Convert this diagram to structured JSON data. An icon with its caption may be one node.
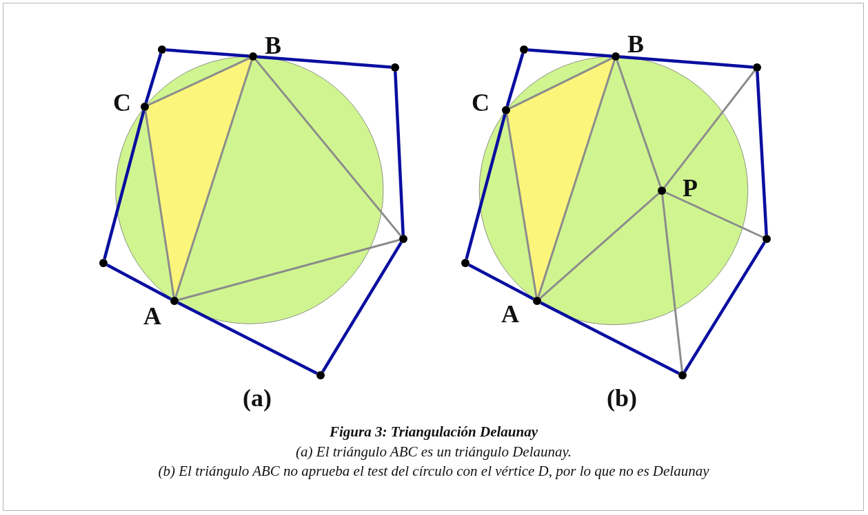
{
  "diagram": {
    "caption": "Figura 3: Triangulación Delaunay",
    "nodes": [
      {
        "text": [],
        "shape": "circle"
      },
      {
        "text": [],
        "shape": "circle",
        "beside": [
          "B"
        ]
      },
      {
        "text": [],
        "shape": "circle"
      },
      {
        "text": [],
        "shape": "circle"
      },
      {
        "text": [],
        "shape": "circle"
      },
      {
        "text": [],
        "shape": "circle",
        "beside": [
          "A"
        ]
      },
      {
        "text": [],
        "shape": "circle"
      },
      {
        "text": [],
        "shape": "circle",
        "beside": [
          "C"
        ]
      },
      {
        "text": [],
        "shape": "circle"
      },
      {
        "text": [],
        "shape": "circle",
        "beside": [
          "B"
        ]
      },
      {
        "text": [],
        "shape": "circle"
      },
      {
        "text": [],
        "shape": "circle"
      },
      {
        "text": [],
        "shape": "circle"
      },
      {
        "text": [],
        "shape": "circle",
        "beside": [
          "A"
        ]
      },
      {
        "text": [],
        "shape": "circle"
      },
      {
        "text": [],
        "shape": "circle",
        "beside": [
          "C"
        ]
      },
      {
        "text": [],
        "shape": "circle",
        "beside": [
          "P"
        ]
      }
    ],
    "edges": [
      {
        "from": 0,
        "to": 1,
        "arrow": "none"
      },
      {
        "from": 1,
        "to": 2,
        "arrow": "none"
      },
      {
        "from": 2,
        "to": 3,
        "arrow": "none"
      },
      {
        "from": 3,
        "to": 4,
        "arrow": "none"
      },
      {
        "from": 4,
        "to": 5,
        "arrow": "none"
      },
      {
        "from": 5,
        "to": 6,
        "arrow": "none"
      },
      {
        "from": 6,
        "to": 7,
        "arrow": "none"
      },
      {
        "from": 7,
        "to": 0,
        "arrow": "none"
      },
      {
        "from": 7,
        "to": 1,
        "arrow": "none",
        "color": "#8c8c8c"
      },
      {
        "from": 7,
        "to": 5,
        "arrow": "none",
        "color": "#8c8c8c"
      },
      {
        "from": 5,
        "to": 1,
        "arrow": "none",
        "color": "#8c8c8c"
      },
      {
        "from": 1,
        "to": 3,
        "arrow": "none",
        "color": "#8c8c8c"
      },
      {
        "from": 5,
        "to": 3,
        "arrow": "none",
        "color": "#8c8c8c"
      },
      {
        "from": 8,
        "to": 9,
        "arrow": "none"
      },
      {
        "from": 9,
        "to": 10,
        "arrow": "none"
      },
      {
        "from": 10,
        "to": 11,
        "arrow": "none"
      },
      {
        "from": 11,
        "to": 12,
        "arrow": "none"
      },
      {
        "from": 12,
        "to": 13,
        "arrow": "none"
      },
      {
        "from": 13,
        "to": 14,
        "arrow": "none"
      },
      {
        "from": 14,
        "to": 15,
        "arrow": "none"
      },
      {
        "from": 15,
        "to": 8,
        "arrow": "none"
      },
      {
        "from": 15,
        "to": 9,
        "arrow": "none",
        "color": "#8c8c8c"
      },
      {
        "from": 15,
        "to": 13,
        "arrow": "none",
        "color": "#8c8c8c"
      },
      {
        "from": 13,
        "to": 9,
        "arrow": "none",
        "color": "#8c8c8c"
      },
      {
        "from": 9,
        "to": 16,
        "arrow": "none",
        "color": "#8c8c8c"
      },
      {
        "from": 13,
        "to": 16,
        "arrow": "none",
        "color": "#8c8c8c"
      },
      {
        "from": 16,
        "to": 10,
        "arrow": "none",
        "color": "#8c8c8c"
      },
      {
        "from": 16,
        "to": 11,
        "arrow": "none",
        "color": "#8c8c8c"
      },
      {
        "from": 16,
        "to": 12,
        "arrow": "none",
        "color": "#8c8c8c"
      }
    ],
    "labels": [
      "(a)",
      "(b)",
      "(a) El triángulo ABC es un triángulo Delaunay.",
      "(b) El triángulo ABC no aprueba el test del círculo con el vértice D, por lo que no es Delaunay"
    ]
  }
}
